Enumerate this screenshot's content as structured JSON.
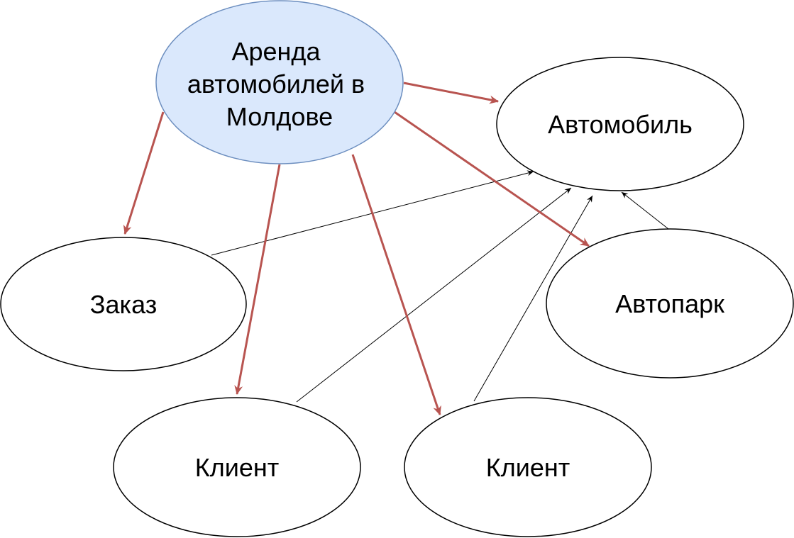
{
  "colors": {
    "center_fill": "#dae8fc",
    "center_stroke": "#6c8ebf",
    "node_fill": "#ffffff",
    "node_stroke": "#000000",
    "strong_edge": "#b85450",
    "thin_edge": "#000000"
  },
  "nodes": {
    "center": {
      "label": [
        "Аренда",
        "автомобилей в",
        "Молдове"
      ]
    },
    "avtomobil": {
      "label": [
        "Автомобиль"
      ]
    },
    "zakaz": {
      "label": [
        "Заказ"
      ]
    },
    "avtopark": {
      "label": [
        "Автопарк"
      ]
    },
    "klient_1": {
      "label": [
        "Клиент"
      ]
    },
    "klient_2": {
      "label": [
        "Клиент"
      ]
    }
  }
}
